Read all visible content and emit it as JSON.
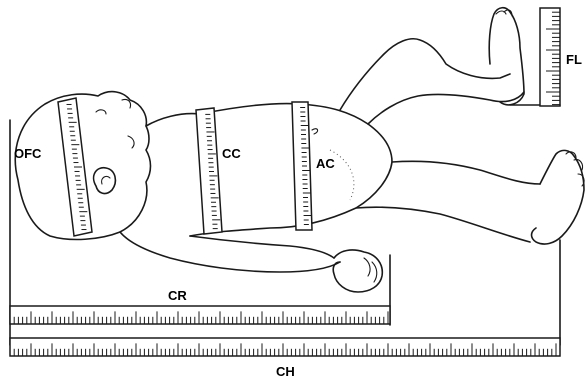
{
  "labels": {
    "ofc": "OFC",
    "cc": "CC",
    "ac": "AC",
    "fl": "FL",
    "cr": "CR",
    "ch": "CH"
  }
}
